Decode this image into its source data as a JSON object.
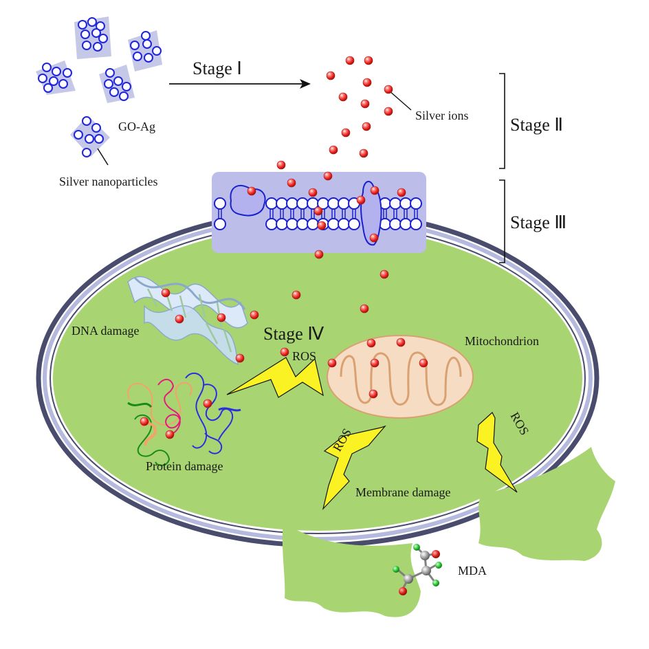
{
  "labels": {
    "stage1": "Stage Ⅰ",
    "stage2": "Stage Ⅱ",
    "stage3": "Stage Ⅲ",
    "stage4": "Stage Ⅳ",
    "go_ag": "GO-Ag",
    "silver_nanoparticles": "Silver nanoparticles",
    "silver_ions": "Silver ions",
    "dna_damage": "DNA damage",
    "protein_damage": "Protein damage",
    "mitochondrion": "Mitochondrion",
    "ros_top": "ROS",
    "ros_left": "ROS",
    "ros_right": "ROS",
    "membrane_damage": "Membrane damage",
    "mda": "MDA"
  },
  "colors": {
    "cell_fill": "#a8d571",
    "cell_border_dark": "#4a4c6e",
    "cell_border_light": "#b6b9de",
    "membrane_box": "#bcbde9",
    "lipid_blue": "#1b20cf",
    "nanoparticle_blue": "#1e24e0",
    "ion_red": "#e8211d",
    "mito_fill": "#f6dcc2",
    "mito_border": "#d9a171",
    "bolt_yellow": "#fbf224",
    "dna_light": "#c9def5",
    "go_sheet": "#c6c8e8"
  }
}
